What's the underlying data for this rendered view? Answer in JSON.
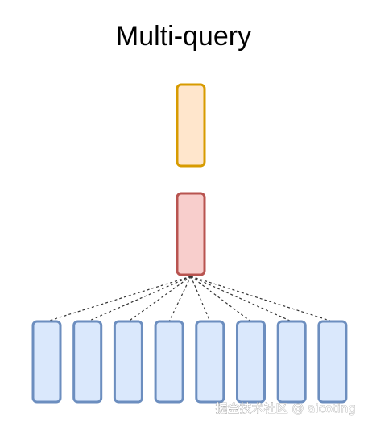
{
  "title": "Multi-query",
  "watermark": "掘金技术社区 @ aicoting",
  "colors": {
    "query_fill": "#ffe6cc",
    "query_stroke": "#d79b00",
    "key_fill": "#f8cecc",
    "key_stroke": "#b85450",
    "head_fill": "#dae8fc",
    "head_stroke": "#6c8ebf",
    "line": "#333333"
  },
  "head_count": 8
}
